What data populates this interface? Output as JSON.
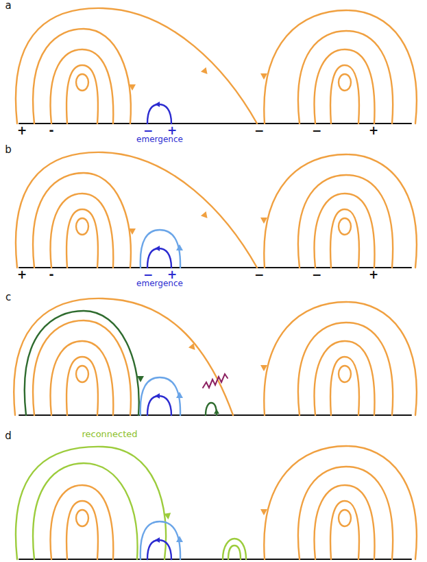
{
  "diagram": {
    "labels": [
      "a",
      "+",
      "-",
      "−",
      "+",
      "emergence",
      "−",
      "−",
      "+",
      "b",
      "+",
      "-",
      "−",
      "+",
      "emergence",
      "−",
      "−",
      "+",
      "c",
      "d",
      "reconnected"
    ]
  }
}
